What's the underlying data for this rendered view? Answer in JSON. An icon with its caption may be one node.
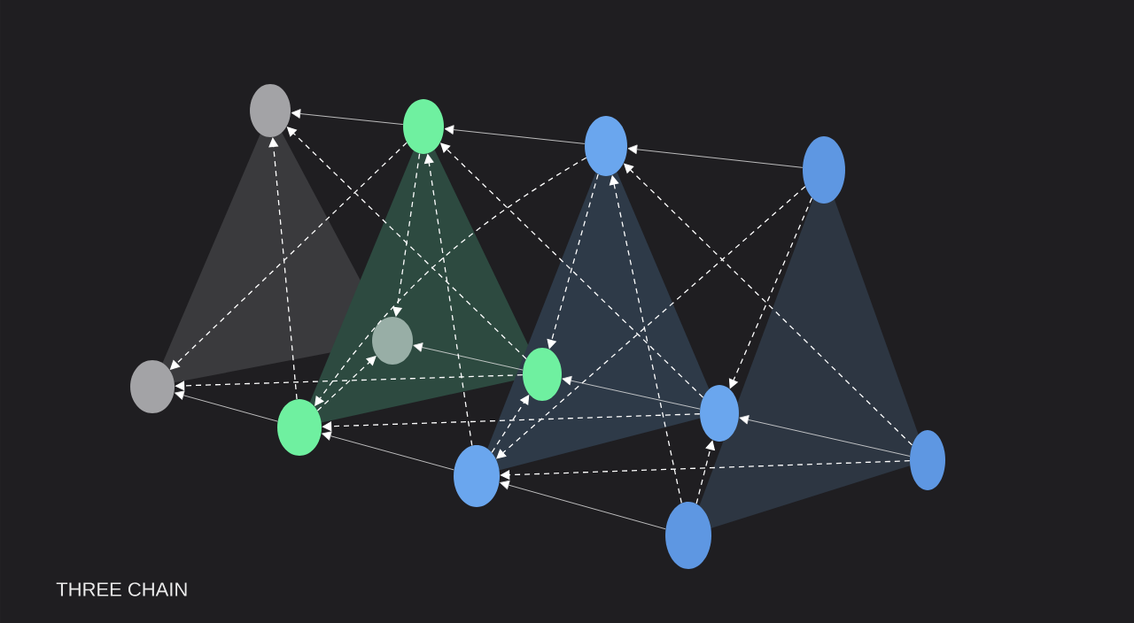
{
  "diagram": {
    "nodes": [
      {
        "text": [],
        "shape": "circle"
      },
      {
        "text": [],
        "shape": "circle"
      },
      {
        "text": [],
        "shape": "circle"
      },
      {
        "text": [],
        "shape": "circle"
      },
      {
        "text": [],
        "shape": "circle"
      },
      {
        "text": [],
        "shape": "circle"
      },
      {
        "text": [],
        "shape": "circle"
      },
      {
        "text": [],
        "shape": "circle"
      },
      {
        "text": [],
        "shape": "circle"
      },
      {
        "text": [],
        "shape": "circle"
      },
      {
        "text": [],
        "shape": "circle"
      },
      {
        "text": [],
        "shape": "circle"
      }
    ],
    "edges": [
      {
        "from": 1,
        "to": 0,
        "arrow": "to"
      },
      {
        "from": 2,
        "to": 1,
        "arrow": "to"
      },
      {
        "from": 3,
        "to": 2,
        "arrow": "to"
      },
      {
        "from": 5,
        "to": 4,
        "arrow": "to"
      },
      {
        "from": 6,
        "to": 5,
        "arrow": "to"
      },
      {
        "from": 7,
        "to": 6,
        "arrow": "to"
      },
      {
        "from": 9,
        "to": 8,
        "arrow": "to"
      },
      {
        "from": 10,
        "to": 9,
        "arrow": "to"
      },
      {
        "from": 11,
        "to": 10,
        "arrow": "to"
      },
      {
        "from": 5,
        "to": 0,
        "arrow": "to",
        "style": "dashed"
      },
      {
        "from": 9,
        "to": 0,
        "arrow": "to",
        "style": "dashed"
      },
      {
        "from": 6,
        "to": 1,
        "arrow": "to",
        "style": "dashed"
      },
      {
        "from": 10,
        "to": 1,
        "arrow": "to",
        "style": "dashed"
      },
      {
        "from": 7,
        "to": 2,
        "arrow": "to",
        "style": "dashed"
      },
      {
        "from": 11,
        "to": 2,
        "arrow": "to",
        "style": "dashed"
      },
      {
        "from": 1,
        "to": 4,
        "arrow": "to",
        "style": "dashed"
      },
      {
        "from": 9,
        "to": 4,
        "arrow": "to",
        "style": "dashed"
      },
      {
        "from": 2,
        "to": 5,
        "arrow": "to",
        "style": "dashed"
      },
      {
        "from": 10,
        "to": 5,
        "arrow": "to",
        "style": "dashed"
      },
      {
        "from": 3,
        "to": 6,
        "arrow": "to",
        "style": "dashed"
      },
      {
        "from": 11,
        "to": 6,
        "arrow": "to",
        "style": "dashed"
      },
      {
        "from": 1,
        "to": 8,
        "arrow": "to",
        "style": "dashed"
      },
      {
        "from": 5,
        "to": 8,
        "arrow": "to",
        "style": "dashed"
      },
      {
        "from": 2,
        "to": 9,
        "arrow": "to",
        "style": "dashed"
      },
      {
        "from": 6,
        "to": 9,
        "arrow": "to",
        "style": "dashed"
      },
      {
        "from": 3,
        "to": 10,
        "arrow": "to",
        "style": "dashed"
      },
      {
        "from": 7,
        "to": 10,
        "arrow": "to",
        "style": "dashed"
      }
    ],
    "labels": [
      "THREE CHAIN"
    ]
  }
}
